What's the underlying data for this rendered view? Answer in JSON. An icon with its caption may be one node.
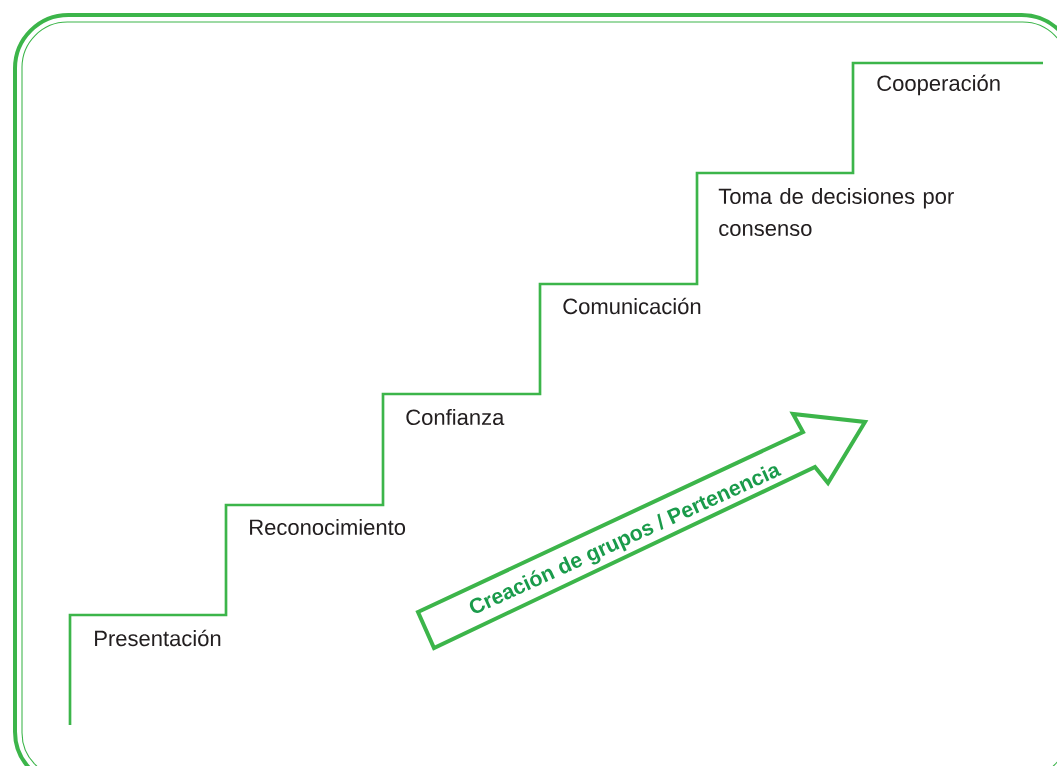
{
  "diagram": {
    "nodes": [
      {
        "text": [
          "Creación de grupos / Pertenencia"
        ]
      }
    ],
    "labels": [
      "Presentación",
      "Reconocimiento",
      "Confianza",
      "Comunicación",
      "Toma de decisiones por consenso",
      "Cooperación"
    ]
  }
}
